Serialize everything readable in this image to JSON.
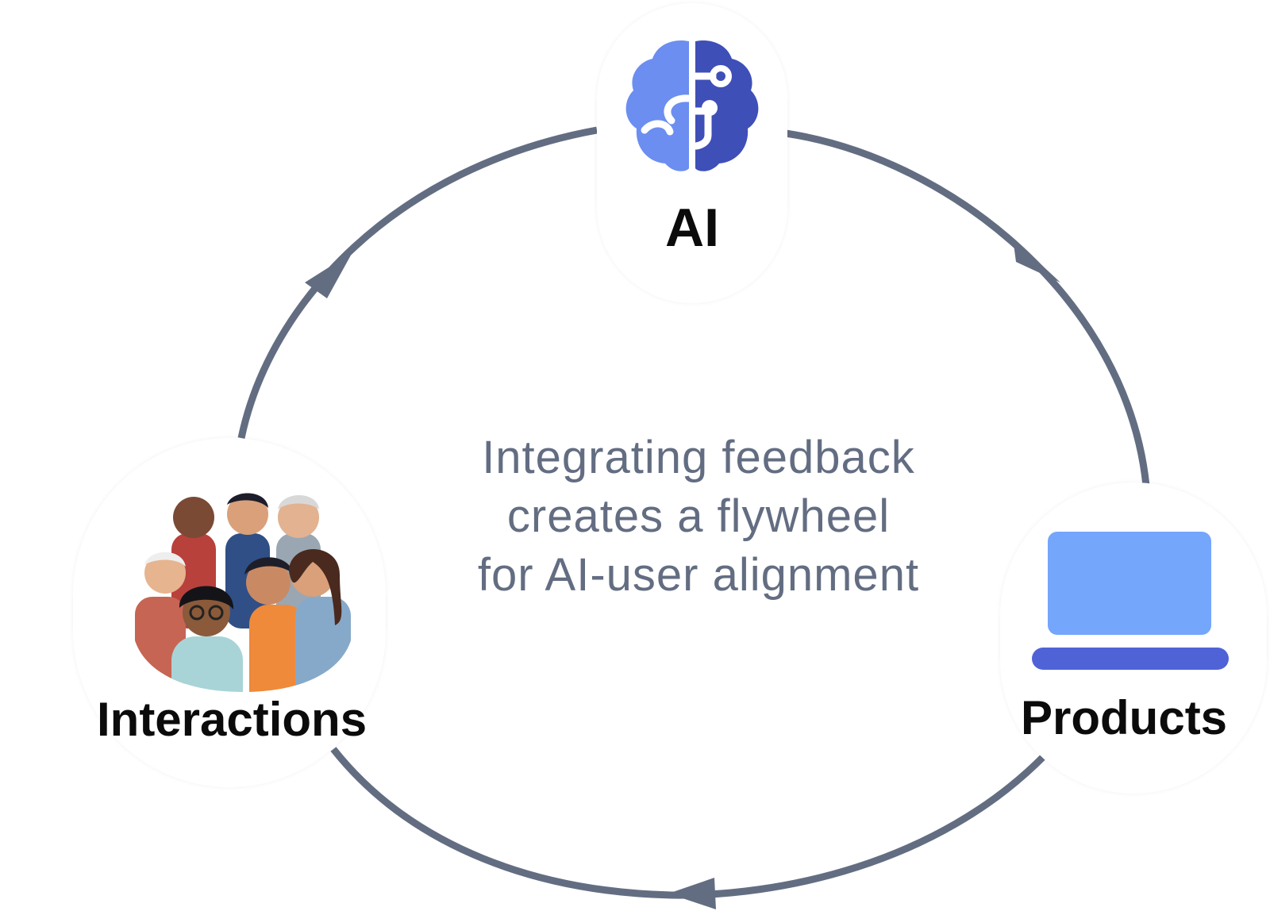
{
  "diagram": {
    "type": "flywheel-cycle",
    "arrow_color": "#636d82",
    "nodes": {
      "ai": {
        "label": "AI",
        "icon": "brain-icon",
        "icon_colors": [
          "#6b8ef0",
          "#3f4fb8"
        ]
      },
      "products": {
        "label": "Products",
        "icon": "laptop-icon",
        "icon_colors": [
          "#74a6fb",
          "#4f63d6"
        ]
      },
      "interactions": {
        "label": "Interactions",
        "icon": "people-group-icon"
      }
    },
    "flow": [
      "AI",
      "Products",
      "Interactions",
      "AI"
    ],
    "caption": {
      "line1": "Integrating feedback",
      "line2": "creates a flywheel",
      "line3": "for AI-user alignment"
    }
  }
}
